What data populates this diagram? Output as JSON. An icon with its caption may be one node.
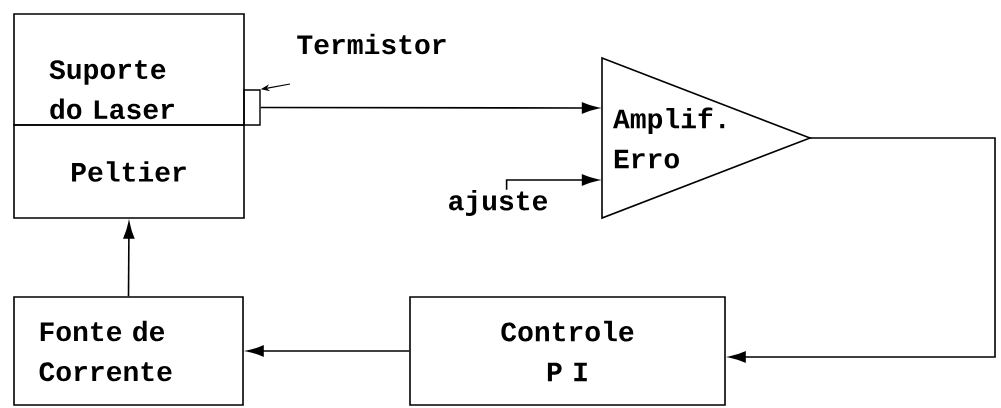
{
  "diagram": {
    "nodes": [
      {
        "text": [
          "Suporte do Laser"
        ]
      },
      {
        "text": [
          "Peltier"
        ]
      },
      {
        "text": [],
        "shape": "box"
      },
      {
        "text": [
          "Termistor"
        ]
      },
      {
        "text": [
          "Amplif. Erro"
        ]
      },
      {
        "text": [
          "ajuste"
        ]
      },
      {
        "text": [
          "Fonte de Corrente"
        ]
      },
      {
        "text": [
          "Controle P I"
        ]
      }
    ],
    "edges": [
      {
        "from": 3,
        "to": 2,
        "arrow": "to"
      },
      {
        "from": 2,
        "to": 4,
        "arrow": "to"
      },
      {
        "from": 5,
        "to": 4,
        "arrow": "to"
      },
      {
        "from": 4,
        "to": 7,
        "arrow": "to"
      },
      {
        "from": 7,
        "to": 6,
        "arrow": "to"
      },
      {
        "from": 6,
        "to": 1,
        "arrow": "to"
      }
    ]
  }
}
